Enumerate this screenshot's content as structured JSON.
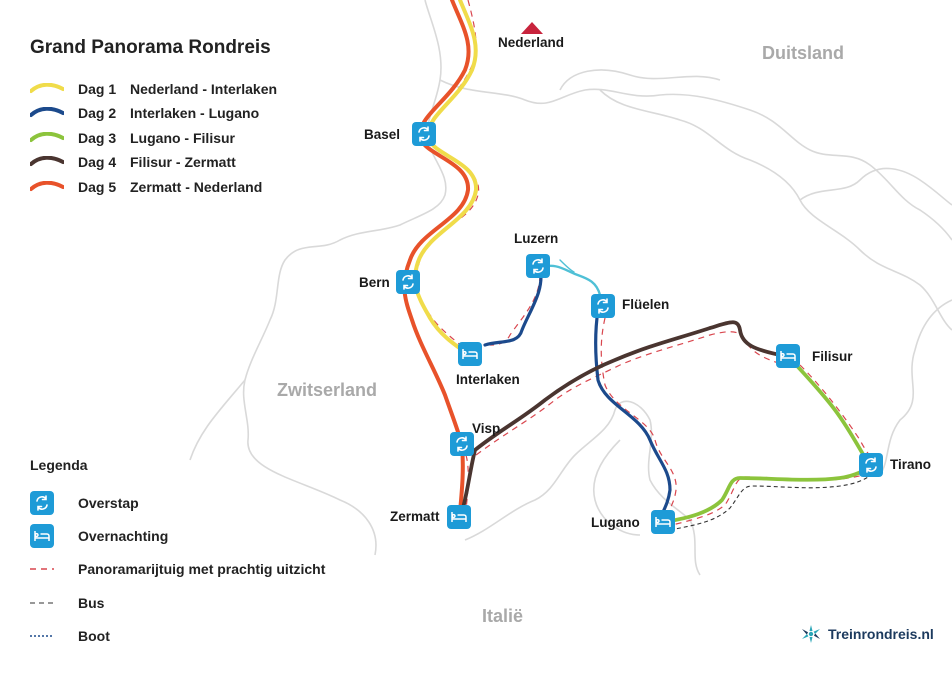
{
  "title": "Grand Panorama Rondreis",
  "routes": [
    {
      "day": "Dag 1",
      "name": "Nederland - Interlaken",
      "color": "#f0dc4a"
    },
    {
      "day": "Dag 2",
      "name": "Interlaken - Lugano",
      "color": "#1c4a8c"
    },
    {
      "day": "Dag 3",
      "name": "Lugano - Filisur",
      "color": "#8cc43c"
    },
    {
      "day": "Dag 4",
      "name": "Filisur - Zermatt",
      "color": "#4a3530"
    },
    {
      "day": "Dag 5",
      "name": "Zermatt - Nederland",
      "color": "#e8522a"
    }
  ],
  "legend": {
    "title": "Legenda",
    "items": [
      {
        "label": "Overstap",
        "symbol": "transfer-icon"
      },
      {
        "label": "Overnachting",
        "symbol": "bed-icon"
      },
      {
        "label": "Panoramarijtuig met prachtig uitzicht",
        "symbol": "dashed-red-line"
      },
      {
        "label": "Bus",
        "symbol": "dashed-grey-line"
      },
      {
        "label": "Boot",
        "symbol": "dotted-blue-line"
      }
    ]
  },
  "countries": {
    "nl_dir": "Nederland",
    "germany": "Duitsland",
    "switzerland": "Zwitserland",
    "italy": "Italië"
  },
  "cities": {
    "basel": "Basel",
    "bern": "Bern",
    "luzern": "Luzern",
    "fluelen": "Flüelen",
    "interlaken": "Interlaken",
    "visp": "Visp",
    "zermatt": "Zermatt",
    "lugano": "Lugano",
    "filisur": "Filisur",
    "tirano": "Tirano"
  },
  "brand": "Treinrondreis.nl",
  "colors": {
    "marker": "#1e9bd7",
    "border": "#d8d8d8",
    "panorama": "#d9474f",
    "boat": "#4fc0d6"
  }
}
